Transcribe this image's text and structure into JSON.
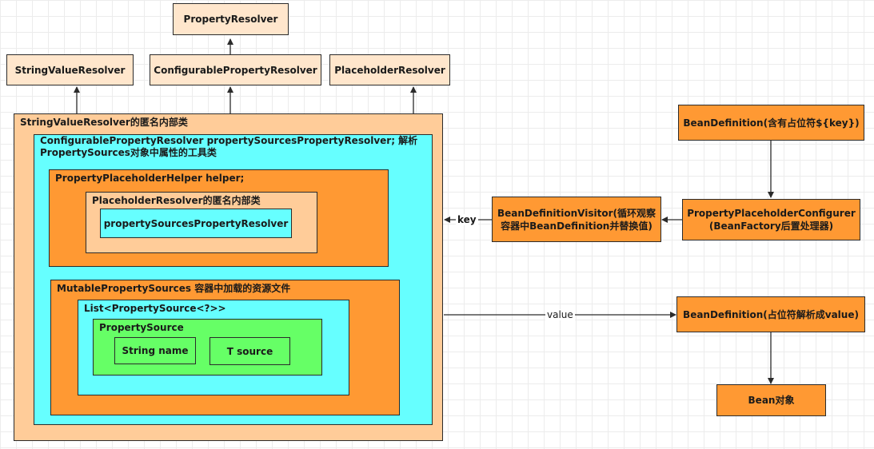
{
  "interfaces": {
    "property_resolver": "PropertyResolver",
    "string_value_resolver": "StringValueResolver",
    "configurable_property_resolver": "ConfigurablePropertyResolver",
    "placeholder_resolver": "PlaceholderResolver"
  },
  "containers": {
    "svr_anon": "StringValueResolver的匿名内部类",
    "cpr_line1": "ConfigurablePropertyResolver propertySourcesPropertyResolver; 解析",
    "cpr_line2": "PropertySources对象中属性的工具类",
    "helper": "PropertyPlaceholderHelper helper;",
    "pr_anon": "PlaceholderResolver的匿名内部类",
    "psp_resolver": "propertySourcesPropertyResolver",
    "mutable_sources": "MutablePropertySources 容器中加载的资源文件",
    "list_ps": "List<PropertySource<?>>",
    "property_source": "PropertySource",
    "string_name": "String name",
    "t_source": "T source"
  },
  "flow": {
    "bd_key_line1": "BeanDefinition(含有占位符${key})",
    "configurer_line1": "PropertyPlaceholderConfigurer",
    "configurer_line2": "(BeanFactory后置处理器)",
    "visitor_line1": "BeanDefinitionVisitor(循环观察",
    "visitor_line2": "容器中BeanDefinition并替换值)",
    "bd_value": "BeanDefinition(占位符解析成value)",
    "bean_object": "Bean对象"
  },
  "edge_labels": {
    "key": "key",
    "value": "value"
  },
  "colors": {
    "peach": "#ffe6cc",
    "light_orange": "#ffcc99",
    "orange": "#ff9933",
    "cyan": "#66ffff",
    "green": "#66ff66"
  }
}
